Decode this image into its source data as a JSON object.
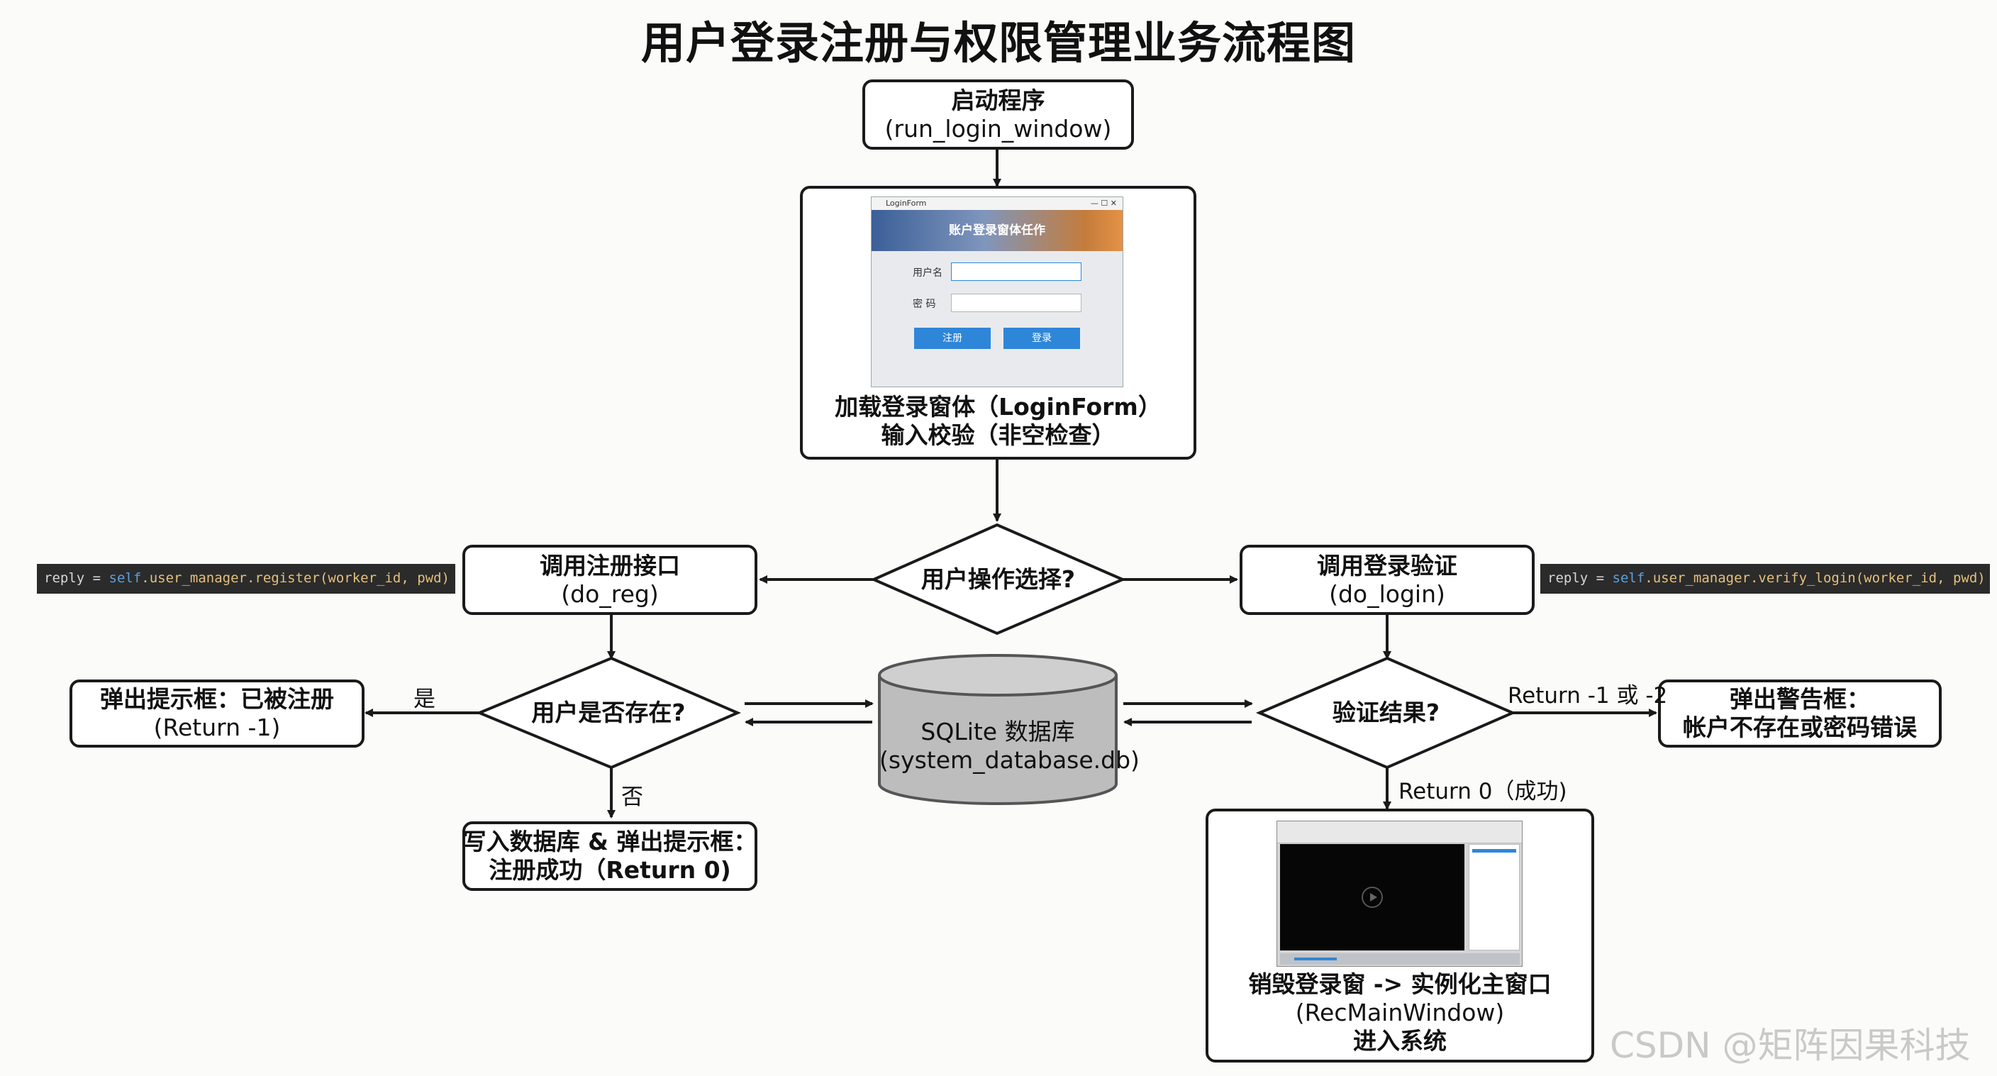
{
  "title": "用户登录注册与权限管理业务流程图",
  "nodes": {
    "start": {
      "line1": "启动程序",
      "line2": "(run_login_window)"
    },
    "login_form": {
      "line1": "加载登录窗体（LoginForm）",
      "line2": "输入校验（非空检查）"
    },
    "choice": {
      "text": "用户操作选择?"
    },
    "do_reg": {
      "line1": "调用注册接口",
      "line2": "(do_reg)"
    },
    "do_login": {
      "line1": "调用登录验证",
      "line2": "(do_login)"
    },
    "user_exists": {
      "text": "用户是否存在?"
    },
    "verify_result": {
      "text": "验证结果?"
    },
    "database": {
      "line1": "SQLite 数据库",
      "line2": "(system_database.db)"
    },
    "already_registered": {
      "line1": "弹出提示框：已被注册",
      "line2": "(Return -1)"
    },
    "write_db": {
      "line1": "写入数据库 & 弹出提示框：",
      "line2": "注册成功（Return 0)"
    },
    "warning": {
      "line1": "弹出警告框：",
      "line2": "帐户不存在或密码错误"
    },
    "main_window": {
      "line1": "销毁登录窗 -> 实例化主窗口",
      "line2": "(RecMainWindow)",
      "line3": "进入系统"
    }
  },
  "edge_labels": {
    "yes": "是",
    "no": "否",
    "fail": "Return -1 或 -2",
    "success": "Return 0（成功)"
  },
  "code": {
    "register": {
      "var": "reply = ",
      "self": "self",
      "call": ".user_manager.register(worker_id, pwd)"
    },
    "verify": {
      "var": "reply = ",
      "self": "self",
      "call": ".user_manager.verify_login(worker_id, pwd)"
    }
  },
  "login_mock": {
    "window_title": "LoginForm",
    "banner": "账户登录窗体任作",
    "username_label": "用户名",
    "password_label": "密  码",
    "register_btn": "注册",
    "login_btn": "登录"
  },
  "watermark": "CSDN @矩阵因果科技",
  "colors": {
    "line": "#1a1a1a",
    "db_fill": "#bdbdbd",
    "code_bg": "#2b2b2b"
  }
}
